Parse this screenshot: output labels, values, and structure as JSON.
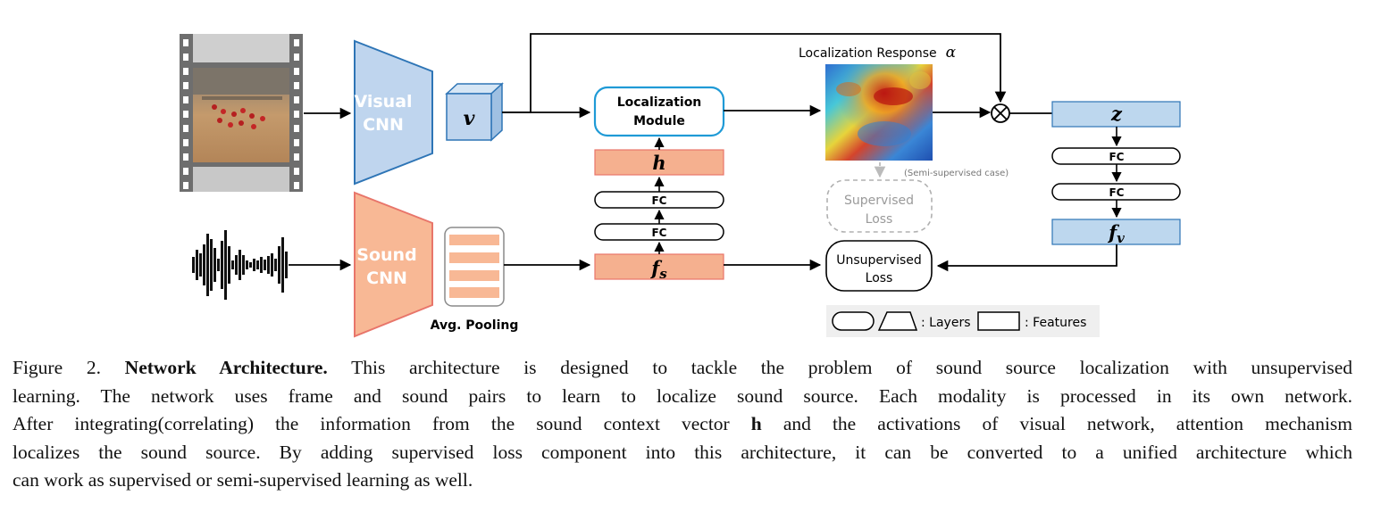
{
  "diagram": {
    "visual_cnn": {
      "line1": "Visual",
      "line2": "CNN"
    },
    "sound_cnn": {
      "line1": "Sound",
      "line2": "CNN"
    },
    "v_feature": "v",
    "localization_module": {
      "line1": "Localization",
      "line2": "Module"
    },
    "localization_response": {
      "label": "Localization Response",
      "symbol": "α"
    },
    "h_feature": "h",
    "fc_label": "FC",
    "fs_feature": {
      "base": "f",
      "sub": "s"
    },
    "avg_pooling": "Avg. Pooling",
    "semi_supervised_note": "(Semi-supervised case)",
    "supervised_loss": {
      "line1": "Supervised",
      "line2": "Loss"
    },
    "unsupervised_loss": {
      "line1": "Unsupervised",
      "line2": "Loss"
    },
    "z_feature": "z",
    "fv_feature": {
      "base": "f",
      "sub": "v"
    },
    "legend": {
      "layers": ": Layers",
      "features": ": Features"
    },
    "colors": {
      "visual_blue": "#bfd5ee",
      "visual_blue_border": "#2e75b6",
      "sound_orange": "#f8b895",
      "sound_orange_border": "#e8756a",
      "feature_blue": "#bdd7ee",
      "feature_orange": "#f5b08f",
      "loc_module_border": "#1f9ad6",
      "legend_bg": "#efefef"
    }
  },
  "caption": {
    "figure_label": "Figure 2.",
    "title": "Network Architecture.",
    "line1_rest": "This architecture is designed to tackle the problem of sound source localization with unsupervised",
    "line2": "learning.  The network uses frame and sound pairs to learn to localize sound source.  Each modality is processed in its own network.",
    "line3_a": "After integrating(correlating) the information from the sound context vector",
    "line3_h": "h",
    "line3_b": "and the activations of visual network, attention mechanism",
    "line4": "localizes the sound source. By adding supervised loss component into this architecture, it can be converted to a unified architecture which",
    "line5": "can work as supervised or semi-supervised learning as well."
  }
}
